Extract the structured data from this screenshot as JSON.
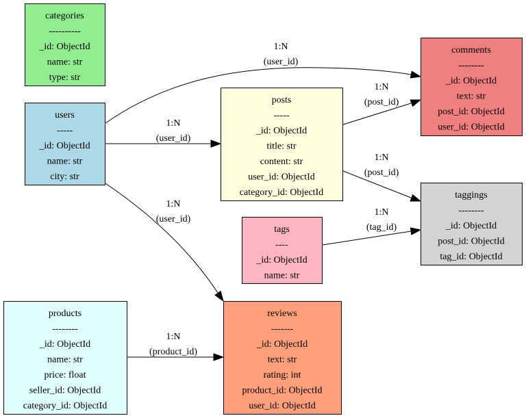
{
  "nodes": [
    {
      "id": "categories",
      "title": "categories",
      "separator": "----------",
      "sep_bold": true,
      "fields": [
        "_id: ObjectId",
        "name: str",
        "type: str"
      ],
      "fill": "#90EE90"
    },
    {
      "id": "users",
      "title": "users",
      "separator": "-----",
      "sep_bold": false,
      "fields": [
        "_id: ObjectId",
        "name: str",
        "city: str"
      ],
      "fill": "#ADD8E6"
    },
    {
      "id": "posts",
      "title": "posts",
      "separator": "-----",
      "sep_bold": false,
      "fields": [
        "_id: ObjectId",
        "title: str",
        "content: str",
        "user_id: ObjectId",
        "category_id: ObjectId"
      ],
      "fill": "#FFFFE0"
    },
    {
      "id": "comments",
      "title": "comments",
      "separator": "--------",
      "sep_bold": true,
      "fields": [
        "_id: ObjectId",
        "text: str",
        "post_id: ObjectId",
        "user_id: ObjectId"
      ],
      "fill": "#F08080"
    },
    {
      "id": "taggings",
      "title": "taggings",
      "separator": "--------",
      "sep_bold": false,
      "fields": [
        "_id: ObjectId",
        "post_id: ObjectId",
        "tag_id: ObjectId"
      ],
      "fill": "#D3D3D3"
    },
    {
      "id": "tags",
      "title": "tags",
      "separator": "----",
      "sep_bold": false,
      "fields": [
        "_id: ObjectId",
        "name: str"
      ],
      "fill": "#FFB6C1"
    },
    {
      "id": "products",
      "title": "products",
      "separator": "--------",
      "sep_bold": false,
      "fields": [
        "_id: ObjectId",
        "name: str",
        "price: float",
        "seller_id: ObjectId",
        "category_id: ObjectId"
      ],
      "fill": "#E0FFFF"
    },
    {
      "id": "reviews",
      "title": "reviews",
      "separator": "-------",
      "sep_bold": false,
      "fields": [
        "_id: ObjectId",
        "text: str",
        "rating: int",
        "product_id: ObjectId",
        "user_id: ObjectId"
      ],
      "fill": "#FFA07A"
    }
  ],
  "edges": [
    {
      "id": "users-comments",
      "from": "users",
      "to": "comments",
      "cardinality": "1:N",
      "key": "(user_id)"
    },
    {
      "id": "users-posts",
      "from": "users",
      "to": "posts",
      "cardinality": "1:N",
      "key": "(user_id)"
    },
    {
      "id": "users-reviews",
      "from": "users",
      "to": "reviews",
      "cardinality": "1:N",
      "key": "(user_id)"
    },
    {
      "id": "posts-comments",
      "from": "posts",
      "to": "comments",
      "cardinality": "1:N",
      "key": "(post_id)"
    },
    {
      "id": "posts-taggings",
      "from": "posts",
      "to": "taggings",
      "cardinality": "1:N",
      "key": "(post_id)"
    },
    {
      "id": "tags-taggings",
      "from": "tags",
      "to": "taggings",
      "cardinality": "1:N",
      "key": "(tag_id)"
    },
    {
      "id": "products-reviews",
      "from": "products",
      "to": "reviews",
      "cardinality": "1:N",
      "key": "(product_id)"
    }
  ]
}
